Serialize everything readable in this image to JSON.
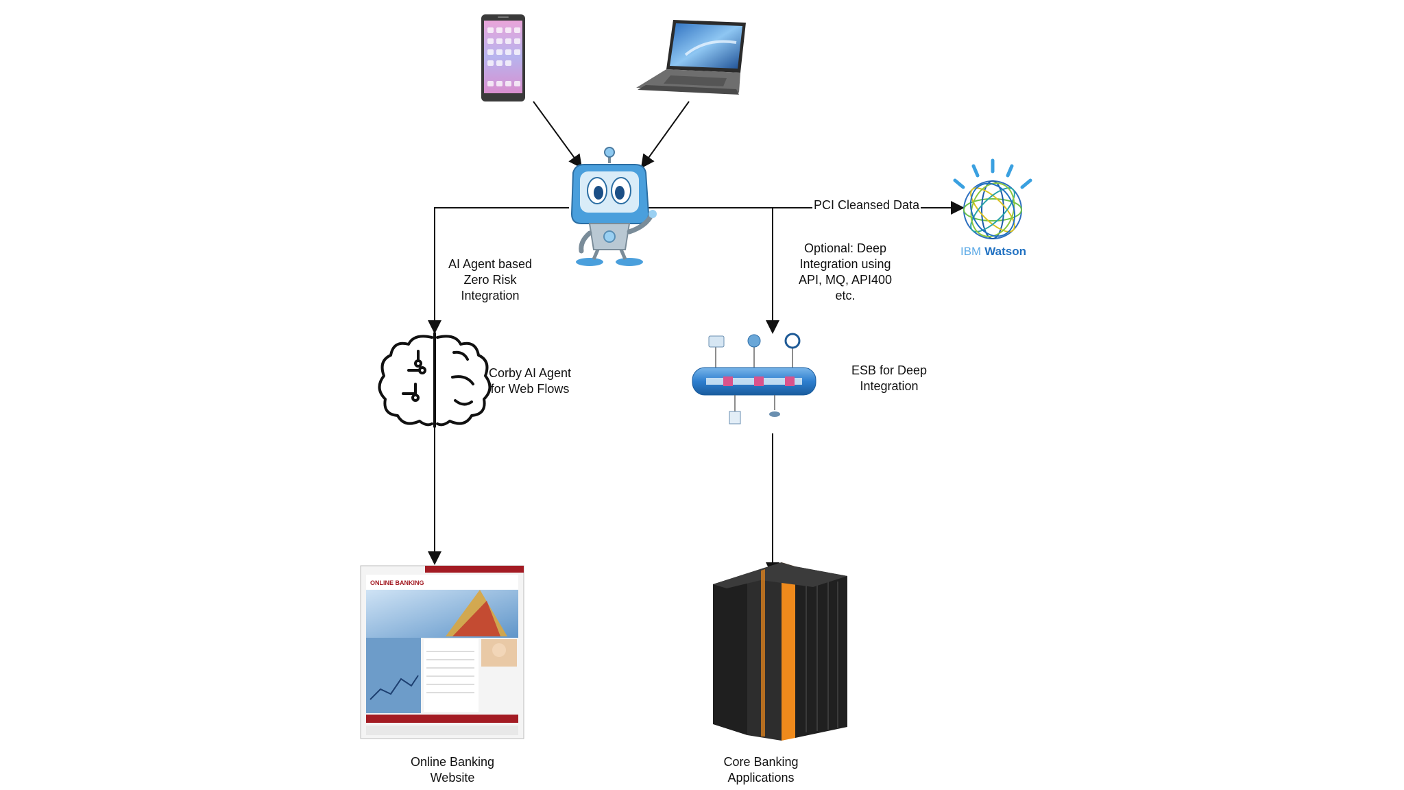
{
  "diagram": {
    "labels": {
      "pci": "PCI Cleansed Data",
      "ai_agent_integration": [
        "AI Agent based",
        "Zero Risk",
        "Integration"
      ],
      "optional_integration": [
        "Optional: Deep",
        "Integration using",
        "API, MQ, API400",
        "etc."
      ],
      "corby_agent": [
        "Corby AI Agent",
        "for Web Flows"
      ],
      "esb": [
        "ESB for Deep",
        "Integration"
      ],
      "online_banking": [
        "Online Banking",
        "Website"
      ],
      "core_banking": [
        "Core Banking",
        "Applications"
      ]
    },
    "watson_logo": {
      "ibm": "IBM",
      "name": "Watson"
    },
    "banking_site_logo": "ONLINE BANKING",
    "icons": [
      "smartphone-icon",
      "laptop-icon",
      "robot-agent-icon",
      "ibm-watson-globe-icon",
      "brain-circuit-icon",
      "esb-bus-icon",
      "banking-website-thumbnail",
      "mainframe-server-icon"
    ],
    "colors": {
      "line": "#111111",
      "robot_blue": "#4a9fdc",
      "watson_blue": "#1f70c1",
      "site_red": "#a31b23",
      "server_orange": "#f08a1c"
    }
  }
}
